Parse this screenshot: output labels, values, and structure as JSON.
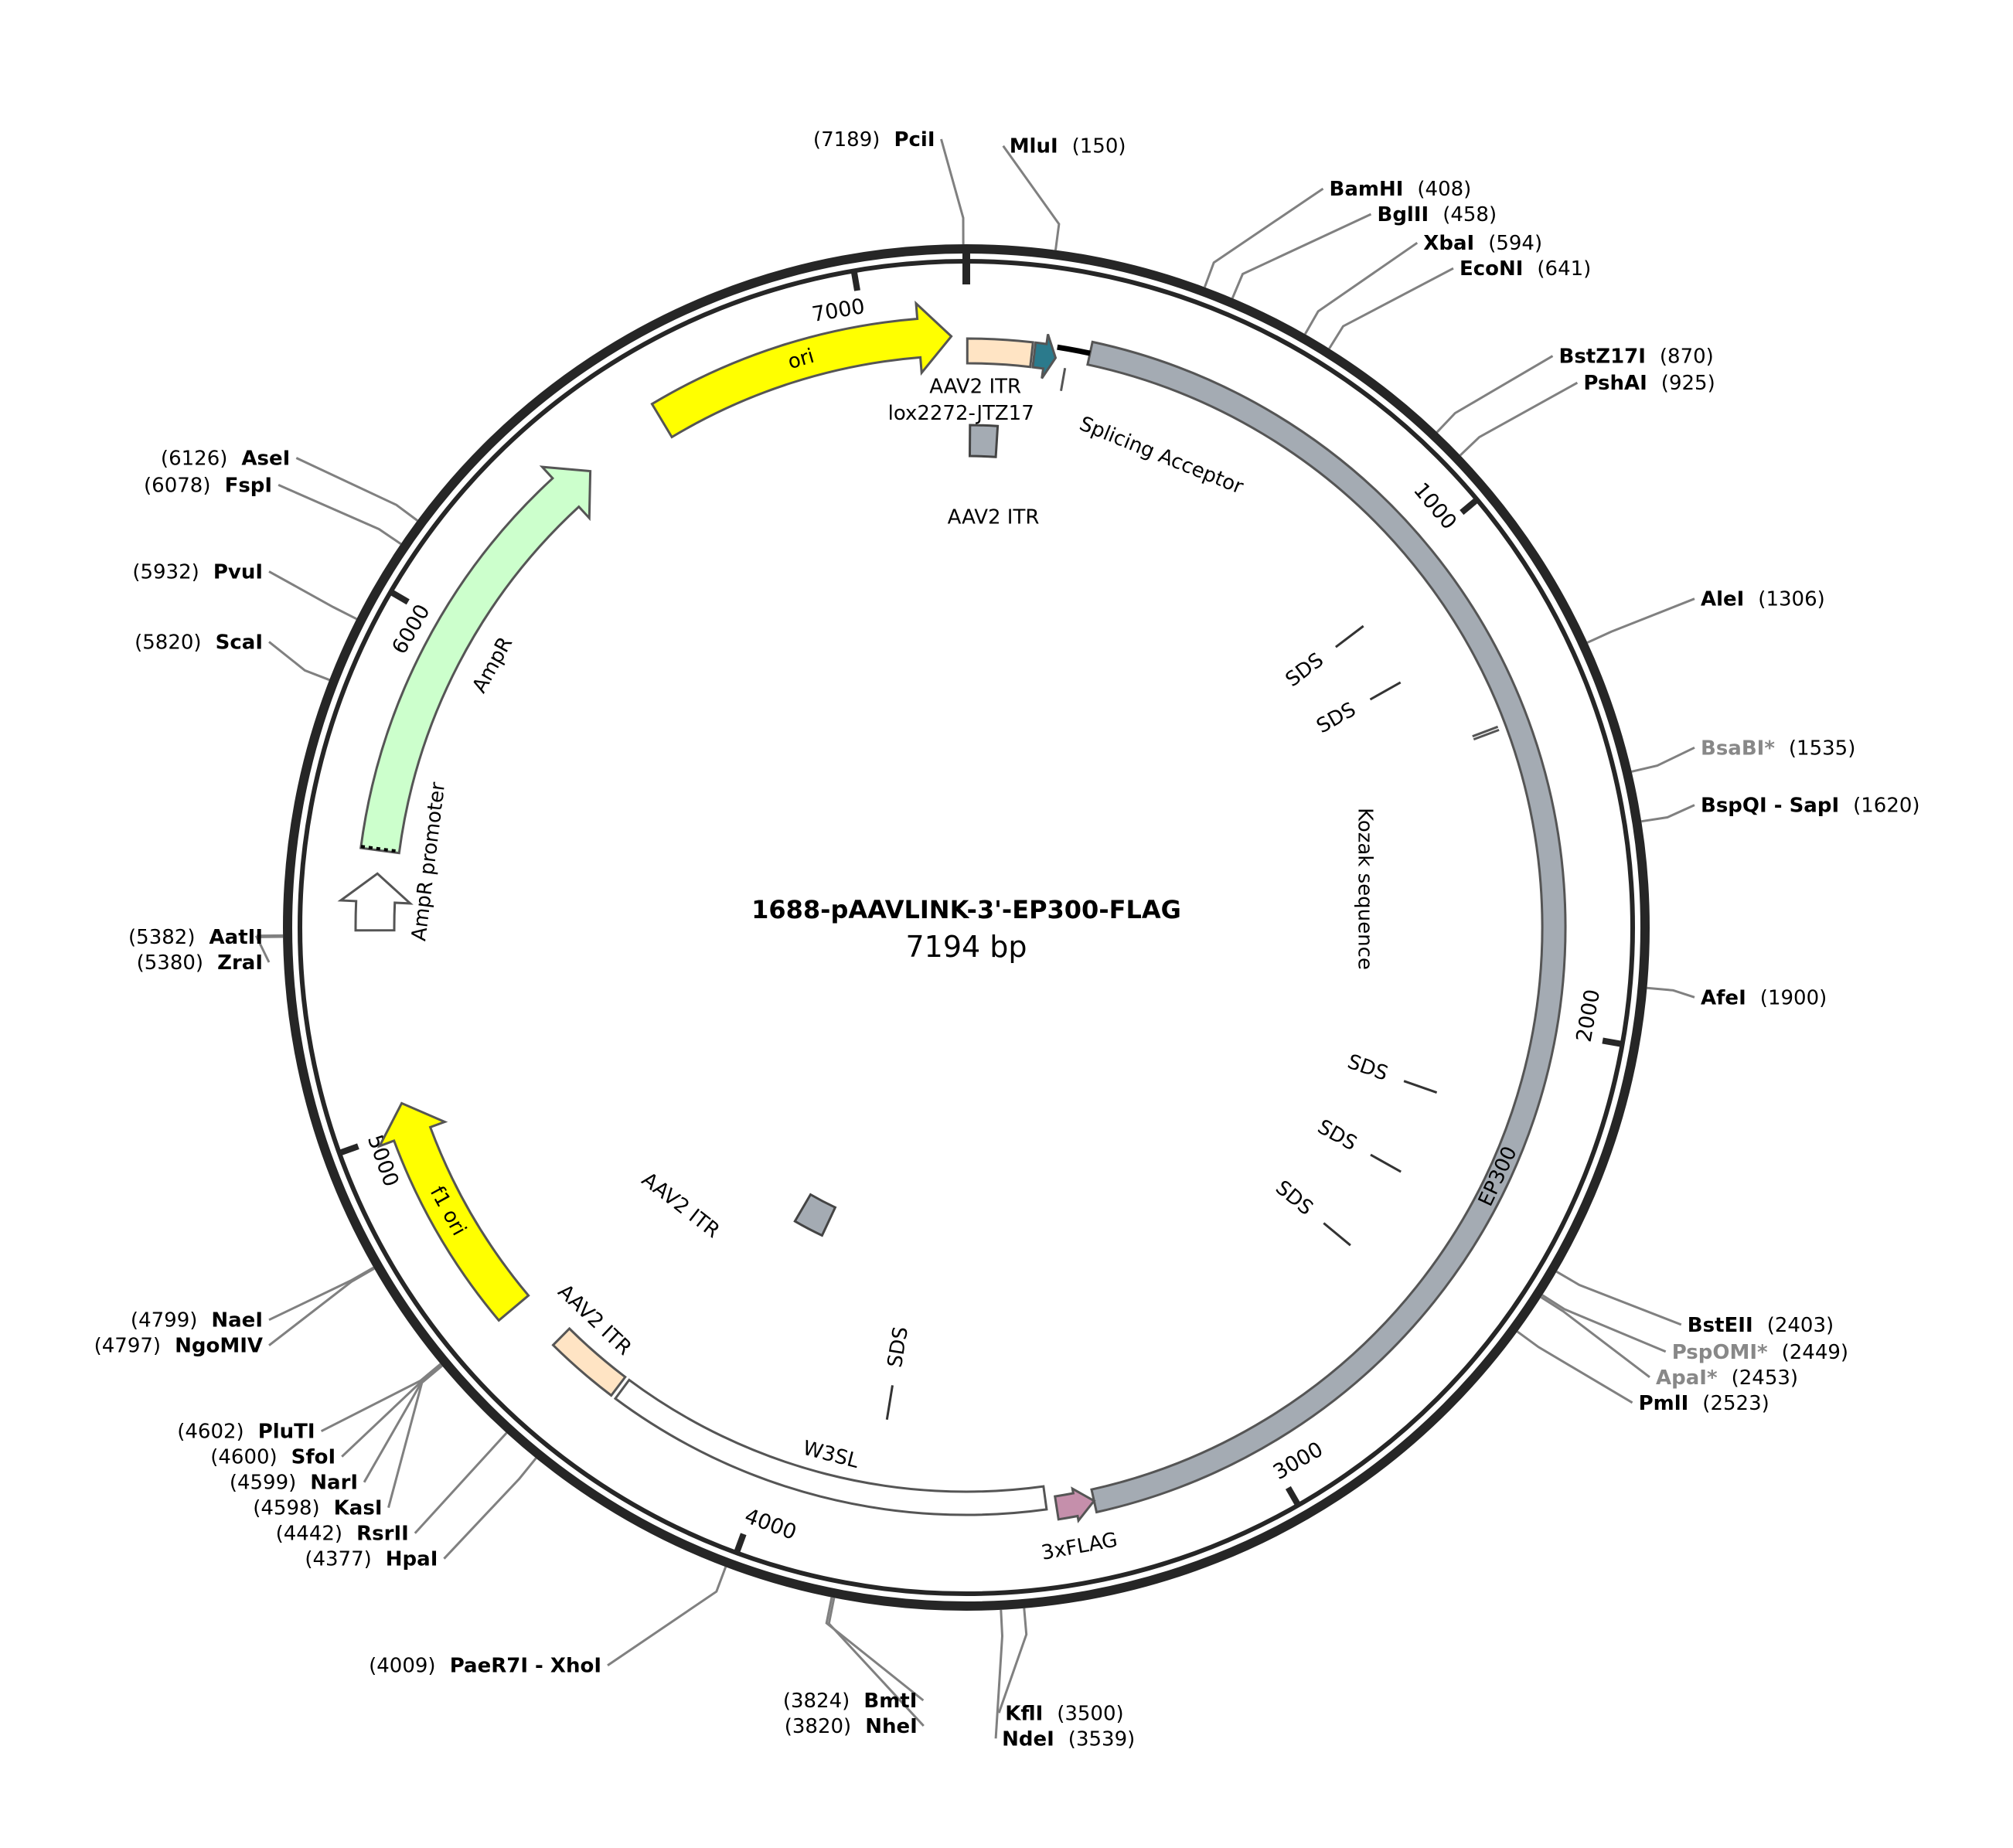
{
  "map": {
    "title": "1688-pAAVLINK-3'-EP300-FLAG",
    "length_label": "7194 bp",
    "total_bp": 7194
  },
  "colors": {
    "backbone": "#262626",
    "gray_feature": "#a4abb3",
    "yellow": "#ffff00",
    "green": "#ccffcc",
    "peach": "#ffe4c4",
    "pink": "#c58fab",
    "teal": "#2b7a8c",
    "label_line": "#808080"
  },
  "ticks": [
    {
      "pos": 1000,
      "label": "1000"
    },
    {
      "pos": 2000,
      "label": "2000"
    },
    {
      "pos": 3000,
      "label": "3000"
    },
    {
      "pos": 4000,
      "label": "4000"
    },
    {
      "pos": 5000,
      "label": "5000"
    },
    {
      "pos": 6000,
      "label": "6000"
    },
    {
      "pos": 7000,
      "label": "7000"
    }
  ],
  "features": [
    {
      "name": "EP300",
      "start": 243,
      "end": 3346,
      "color": "#a4abb3",
      "shape": "rect",
      "label": "EP300"
    },
    {
      "name": "3xFLAG",
      "start": 3346,
      "end": 3420,
      "color": "#c58fab",
      "shape": "arrow-ccw",
      "label": "3xFLAG"
    },
    {
      "name": "W3SL",
      "start": 3440,
      "end": 4330,
      "color": "#ffffff",
      "shape": "rect",
      "label": "W3SL"
    },
    {
      "name": "AAV2 ITR right",
      "start": 4340,
      "end": 4490,
      "color": "#ffe4c4",
      "shape": "rect",
      "label": "AAV2 ITR"
    },
    {
      "name": "f1 ori",
      "start": 4595,
      "end": 5050,
      "color": "#ffff00",
      "shape": "arrow-cw",
      "label": "f1 ori"
    },
    {
      "name": "AmpR promoter",
      "start": 5390,
      "end": 5500,
      "color": "#ffffff",
      "shape": "arrow-cw",
      "label": "AmpR promoter"
    },
    {
      "name": "AmpR",
      "start": 5545,
      "end": 6405,
      "color": "#ccffcc",
      "shape": "arrow-cw",
      "label": "AmpR"
    },
    {
      "name": "ori",
      "start": 6575,
      "end": 7165,
      "color": "#ffff00",
      "shape": "arrow-cw",
      "label": "ori"
    },
    {
      "name": "AAV2 ITR left",
      "start": 2,
      "end": 130,
      "color": "#ffe4c4",
      "shape": "rect",
      "label": "AAV2 ITR"
    },
    {
      "name": "lox2272-JTZ17",
      "start": 135,
      "end": 178,
      "color": "#2b7a8c",
      "shape": "arrow-cw",
      "label": "lox2272-JTZ17"
    }
  ],
  "inner_features": [
    {
      "label": "AAV2 ITR",
      "pos": 40
    },
    {
      "label": "AAV2 ITR",
      "pos": 4150
    }
  ],
  "junction_labels": [
    {
      "label": "Splicing Acceptor",
      "pos": 200
    },
    {
      "label": "Kozak sequence",
      "pos": 1385
    }
  ],
  "sds_labels": [
    {
      "label": "SDS",
      "pos": 1055
    },
    {
      "label": "SDS",
      "pos": 1210
    },
    {
      "label": "SDS",
      "pos": 2185
    },
    {
      "label": "SDS",
      "pos": 2385
    },
    {
      "label": "SDS",
      "pos": 2590
    },
    {
      "label": "SDS",
      "pos": 3780
    }
  ],
  "enzymes": [
    {
      "name": "PciI",
      "pos": 7189,
      "pos_label": "(7189)",
      "side": "left",
      "color": "black"
    },
    {
      "name": "MluI",
      "pos": 150,
      "pos_label": "(150)",
      "side": "right",
      "color": "black"
    },
    {
      "name": "BamHI",
      "pos": 408,
      "pos_label": "(408)",
      "side": "right",
      "color": "black"
    },
    {
      "name": "BglII",
      "pos": 458,
      "pos_label": "(458)",
      "side": "right",
      "color": "black"
    },
    {
      "name": "XbaI",
      "pos": 594,
      "pos_label": "(594)",
      "side": "right",
      "color": "black"
    },
    {
      "name": "EcoNI",
      "pos": 641,
      "pos_label": "(641)",
      "side": "right",
      "color": "black"
    },
    {
      "name": "BstZ17I",
      "pos": 870,
      "pos_label": "(870)",
      "side": "right",
      "color": "black"
    },
    {
      "name": "PshAI",
      "pos": 925,
      "pos_label": "(925)",
      "side": "right",
      "color": "black"
    },
    {
      "name": "AleI",
      "pos": 1306,
      "pos_label": "(1306)",
      "side": "right",
      "color": "black"
    },
    {
      "name": "BsaBI*",
      "pos": 1535,
      "pos_label": "(1535)",
      "side": "right",
      "color": "gray"
    },
    {
      "name": "BspQI - SapI",
      "pos": 1620,
      "pos_label": "(1620)",
      "side": "right",
      "color": "black"
    },
    {
      "name": "AfeI",
      "pos": 1900,
      "pos_label": "(1900)",
      "side": "right",
      "color": "black"
    },
    {
      "name": "BstEII",
      "pos": 2403,
      "pos_label": "(2403)",
      "side": "right",
      "color": "black"
    },
    {
      "name": "PspOMI*",
      "pos": 2449,
      "pos_label": "(2449)",
      "side": "right",
      "color": "gray"
    },
    {
      "name": "ApaI*",
      "pos": 2453,
      "pos_label": "(2453)",
      "side": "right",
      "color": "gray"
    },
    {
      "name": "PmlI",
      "pos": 2523,
      "pos_label": "(2523)",
      "side": "right",
      "color": "black"
    },
    {
      "name": "KflI",
      "pos": 3500,
      "pos_label": "(3500)",
      "side": "right",
      "color": "black"
    },
    {
      "name": "NdeI",
      "pos": 3539,
      "pos_label": "(3539)",
      "side": "right",
      "color": "black"
    },
    {
      "name": "NheI",
      "pos": 3820,
      "pos_label": "(3820)",
      "side": "left",
      "color": "black"
    },
    {
      "name": "BmtI",
      "pos": 3824,
      "pos_label": "(3824)",
      "side": "left",
      "color": "black"
    },
    {
      "name": "PaeR7I - XhoI",
      "pos": 4009,
      "pos_label": "(4009)",
      "side": "left",
      "color": "black"
    },
    {
      "name": "HpaI",
      "pos": 4377,
      "pos_label": "(4377)",
      "side": "left",
      "color": "black"
    },
    {
      "name": "RsrII",
      "pos": 4442,
      "pos_label": "(4442)",
      "side": "left",
      "color": "black"
    },
    {
      "name": "KasI",
      "pos": 4598,
      "pos_label": "(4598)",
      "side": "left",
      "color": "black"
    },
    {
      "name": "NarI",
      "pos": 4599,
      "pos_label": "(4599)",
      "side": "left",
      "color": "black"
    },
    {
      "name": "SfoI",
      "pos": 4600,
      "pos_label": "(4600)",
      "side": "left",
      "color": "black"
    },
    {
      "name": "PluTI",
      "pos": 4602,
      "pos_label": "(4602)",
      "side": "left",
      "color": "black"
    },
    {
      "name": "NgoMIV",
      "pos": 4797,
      "pos_label": "(4797)",
      "side": "left",
      "color": "black"
    },
    {
      "name": "NaeI",
      "pos": 4799,
      "pos_label": "(4799)",
      "side": "left",
      "color": "black"
    },
    {
      "name": "ZraI",
      "pos": 5380,
      "pos_label": "(5380)",
      "side": "left",
      "color": "black"
    },
    {
      "name": "AatII",
      "pos": 5382,
      "pos_label": "(5382)",
      "side": "left",
      "color": "black"
    },
    {
      "name": "ScaI",
      "pos": 5820,
      "pos_label": "(5820)",
      "side": "left",
      "color": "black"
    },
    {
      "name": "PvuI",
      "pos": 5932,
      "pos_label": "(5932)",
      "side": "left",
      "color": "black"
    },
    {
      "name": "FspI",
      "pos": 6078,
      "pos_label": "(6078)",
      "side": "left",
      "color": "black"
    },
    {
      "name": "AseI",
      "pos": 6126,
      "pos_label": "(6126)",
      "side": "left",
      "color": "black"
    }
  ]
}
